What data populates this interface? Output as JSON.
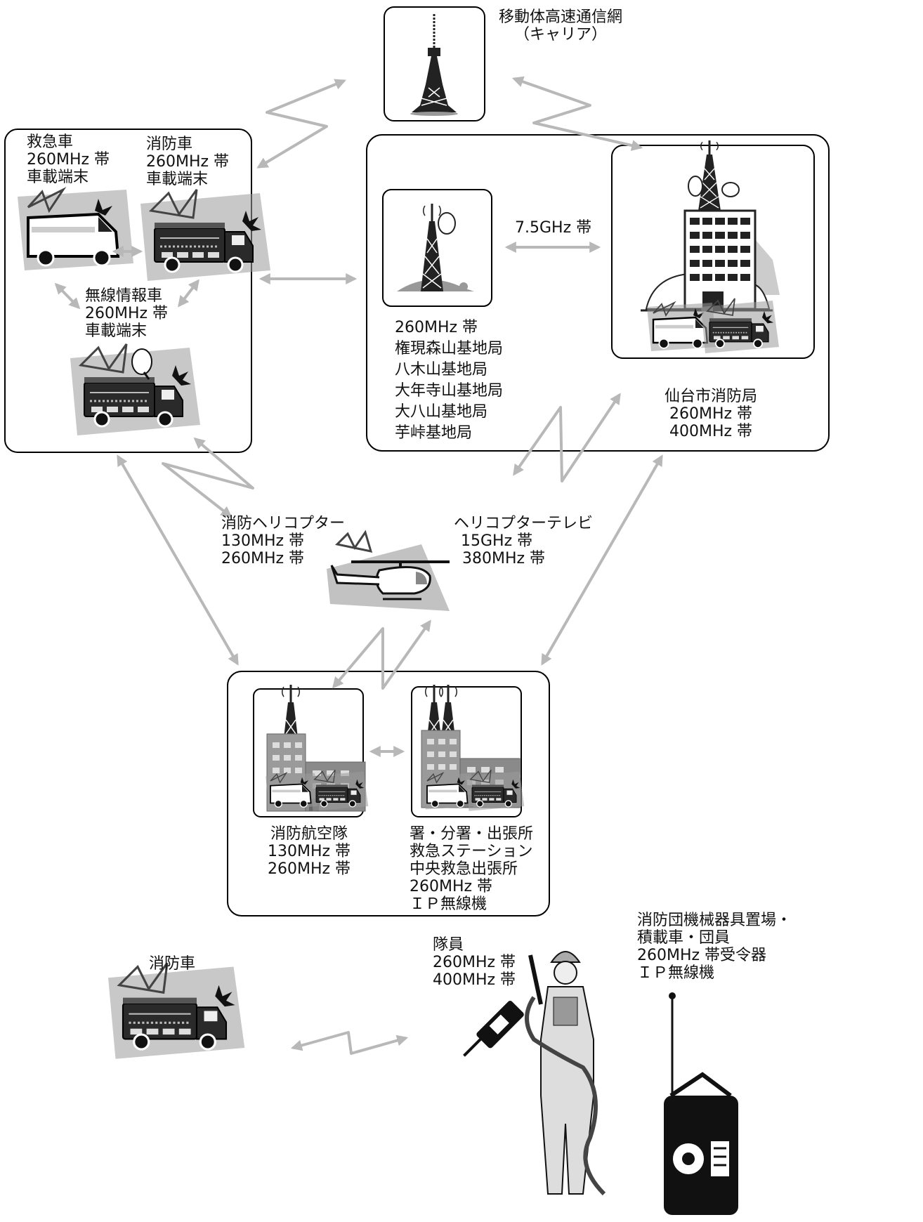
{
  "carrier": {
    "title": "移動体高速通信網",
    "subtitle": "（キャリア）"
  },
  "vehicles": {
    "ambulance": {
      "name": "救急車",
      "band": "260MHz 帯",
      "terminal": "車載端末"
    },
    "fire_truck": {
      "name": "消防車",
      "band": "260MHz 帯",
      "terminal": "車載端末"
    },
    "info_vehicle": {
      "name": "無線情報車",
      "band": "260MHz 帯",
      "terminal": "車載端末"
    }
  },
  "base_stations": {
    "band": "260MHz 帯",
    "stations": [
      "権現森山基地局",
      "八木山基地局",
      "大年寺山基地局",
      "大八山基地局",
      "芋峠基地局"
    ]
  },
  "link_band": "7.5GHz 帯",
  "hq": {
    "name": "仙台市消防局",
    "bands": [
      "260MHz 帯",
      "400MHz 帯"
    ]
  },
  "helicopter": {
    "name": "消防ヘリコプター",
    "bands": [
      "130MHz 帯",
      "260MHz 帯"
    ]
  },
  "heli_tv": {
    "name": "ヘリコプターテレビ",
    "bands": [
      "15GHz 帯",
      "380MHz 帯"
    ]
  },
  "air_unit": {
    "name": "消防航空隊",
    "bands": [
      "130MHz 帯",
      "260MHz 帯"
    ]
  },
  "stations_group": {
    "lines": [
      "署・分署・出張所",
      "救急ステーション",
      "中央救急出張所",
      "260MHz 帯",
      "ＩＰ無線機"
    ]
  },
  "lone_fire_truck": {
    "name": "消防車"
  },
  "member": {
    "name": "隊員",
    "bands": [
      "260MHz 帯",
      "400MHz 帯"
    ]
  },
  "volunteer": {
    "lines": [
      "消防団機械器具置場・",
      "積載車・団員",
      "260MHz 帯受令器",
      "ＩＰ無線機"
    ]
  },
  "colors": {
    "arrow": "#b8b8b8",
    "frame": "#000000",
    "dark": "#2a2a2a",
    "splash": "#8a8a8a"
  }
}
